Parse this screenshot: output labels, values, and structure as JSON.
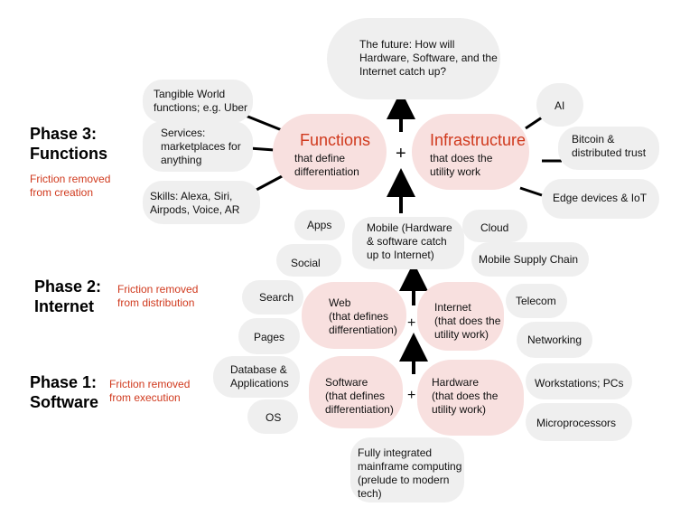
{
  "future": "The future: How will\nHardware, Software, and the\nInternet catch up?",
  "phase3": {
    "title": "Phase 3:\nFunctions",
    "friction": "Friction removed\nfrom creation",
    "functions": {
      "title": "Functions",
      "sub": "that define\ndifferentiation"
    },
    "infrastructure": {
      "title": "Infrastructure",
      "sub": "that does the\nutility work"
    },
    "plus": "+",
    "left_items": [
      "Tangible World\nfunctions; e.g. Uber",
      "Services:\nmarketplaces for\nanything",
      "Skills: Alexa, Siri,\nAirpods, Voice, AR"
    ],
    "right_items": [
      "AI",
      "Bitcoin &\ndistributed trust",
      "Edge devices & IoT"
    ]
  },
  "mobile": "Mobile (Hardware\n& software catch\nup to Internet)",
  "phase2": {
    "title": "Phase 2:\nInternet",
    "friction": "Friction removed\nfrom distribution",
    "web": "Web\n(that defines\ndifferentiation)",
    "internet": "Internet\n(that does the\nutility work)",
    "plus": "+",
    "left_items": [
      "Apps",
      "Social",
      "Search",
      "Pages"
    ],
    "right_items": [
      "Cloud",
      "Mobile Supply Chain",
      "Telecom",
      "Networking"
    ]
  },
  "phase1": {
    "title": "Phase 1:\nSoftware",
    "friction": "Friction removed\nfrom execution",
    "software": "Software\n(that defines\ndifferentiation)",
    "hardware": "Hardware\n(that does the\nutility work)",
    "plus": "+",
    "left_items": [
      "Database &\nApplications",
      "OS"
    ],
    "right_items": [
      "Workstations; PCs",
      "Microprocessors"
    ]
  },
  "mainframe": "Fully integrated\nmainframe computing\n(prelude to modern\ntech)",
  "colors": {
    "accent": "#d0391d",
    "blob": "#efefef",
    "pink": "#f8e0df"
  }
}
